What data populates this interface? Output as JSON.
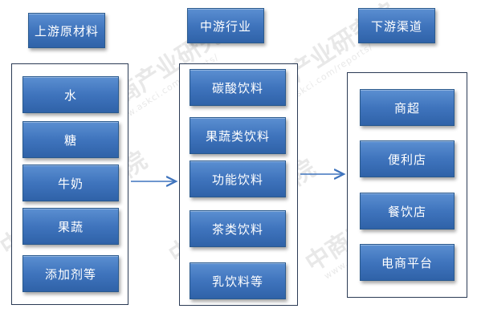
{
  "columns": [
    {
      "header": "上游原材料",
      "items": [
        "水",
        "糖",
        "牛奶",
        "果蔬",
        "添加剂等"
      ]
    },
    {
      "header": "中游行业",
      "items": [
        "碳酸饮料",
        "果蔬类饮料",
        "功能饮料",
        "茶类饮料",
        "乳饮料等"
      ]
    },
    {
      "header": "下游渠道",
      "items": [
        "商超",
        "便利店",
        "餐饮店",
        "电商平台"
      ]
    }
  ],
  "watermark": {
    "text": "中商产业研究院",
    "url": "www.askci.com/reports/"
  },
  "colors": {
    "box_fill": "#3f74bd",
    "box_border": "#2a5a8e",
    "frame_border": "#2b3b55",
    "arrow": "#3f74bd"
  }
}
